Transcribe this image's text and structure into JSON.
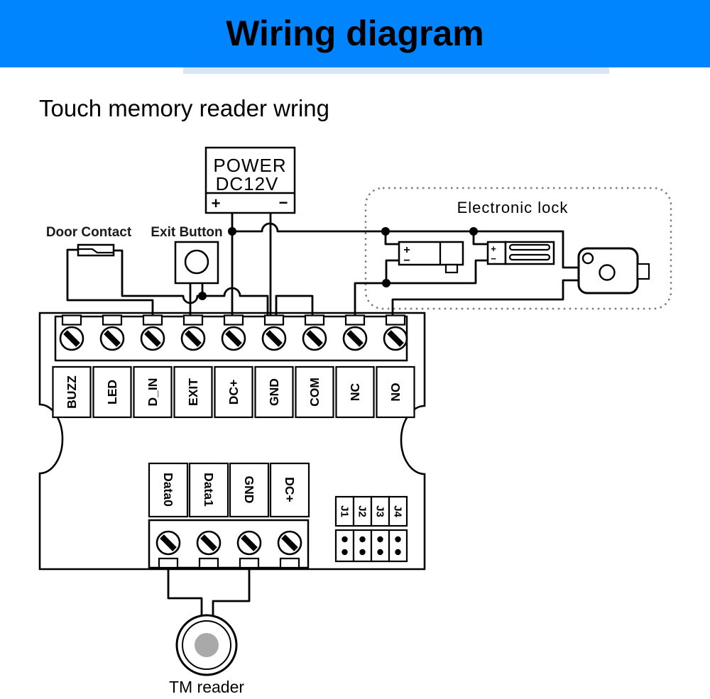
{
  "banner": {
    "title": "Wiring diagram"
  },
  "subtitle": "Touch memory reader wring",
  "labels": {
    "door_contact": "Door Contact",
    "exit_button": "Exit Button",
    "electronic_lock": "Electronic lock",
    "tm_reader": "TM reader"
  },
  "power": {
    "name": "POWER",
    "voltage": "DC12V",
    "plus": "+",
    "minus": "−"
  },
  "bolt_lock": {
    "plus": "+",
    "minus": "−"
  },
  "maglock": {
    "plus": "+",
    "minus": "−"
  },
  "terminals_top": [
    "BUZZ",
    "LED",
    "D_IN",
    "EXIT",
    "DC+",
    "GND",
    "COM",
    "NC",
    "NO"
  ],
  "terminals_bottom": [
    "Data0",
    "Data1",
    "GND",
    "DC+"
  ],
  "jumpers": [
    "J1",
    "J2",
    "J3",
    "J4"
  ],
  "colors": {
    "banner": "#0085ff",
    "banner_tab": "#d7e5f5",
    "wire": "#000000",
    "dashed_border": "#7a7a7a",
    "reader_center": "#a9a9a9"
  }
}
